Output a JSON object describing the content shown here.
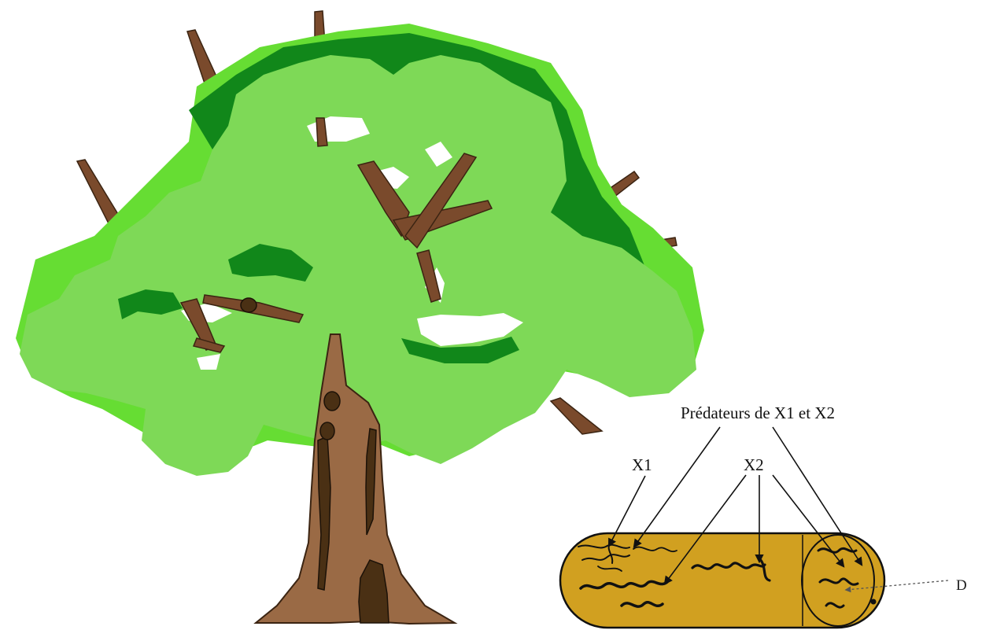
{
  "labels": {
    "predators": "Prédateurs de X1 et X2",
    "x1": "X1",
    "x2": "X2",
    "d": "D"
  },
  "colors": {
    "foliage_light": "#7ed957",
    "foliage_mid": "#66dd33",
    "foliage_dark": "#11871a",
    "branch": "#7a4a2c",
    "trunk": "#9a6a45",
    "trunk_dark": "#4a3014",
    "log_fill": "#d1a020",
    "worm": "#111111"
  }
}
